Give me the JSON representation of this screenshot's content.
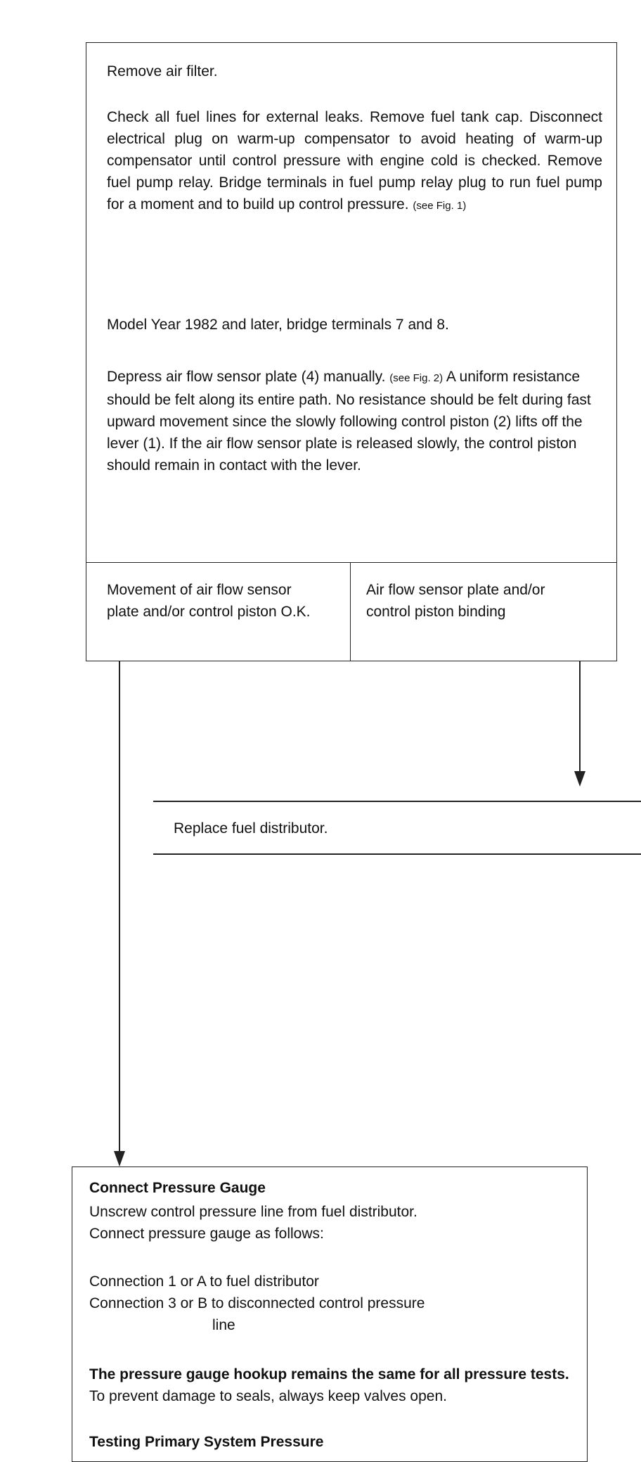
{
  "step1": {
    "remove_air_filter": "Remove air filter.",
    "check_lines": "Check all fuel lines for external leaks. Remove fuel tank cap. Disconnect electrical plug on warm-up compensator to avoid heating of warm-up compensator until control pressure with engine cold is checked. Remove fuel pump relay. Bridge terminals in fuel pump relay plug to run fuel pump for a moment and to build up control pressure.",
    "see_fig1": "(see Fig. 1)",
    "model_year": "Model Year 1982 and later, bridge terminals 7 and 8.",
    "depress_a": "Depress air flow sensor plate (4) manually.",
    "see_fig2": "(see Fig. 2)",
    "depress_b": "A uniform resistance should be felt along its entire path. No resistance should be felt during fast upward movement since the slowly following control piston (2) lifts off the lever (1). If the air flow sensor plate is released slowly, the control piston should remain in contact with the lever."
  },
  "outcomes": {
    "ok": "Movement of air flow sensor plate and/or control piston O.K.",
    "binding": "Air flow sensor plate and/or control piston binding"
  },
  "replace": "Replace fuel distributor.",
  "gauge": {
    "title": "Connect Pressure Gauge",
    "unscrew": "Unscrew control pressure line from fuel distributor.",
    "connect": "Connect pressure gauge as follows:",
    "conn1": "Connection 1 or A to fuel distributor",
    "conn3": "Connection 3 or B to disconnected control pressure",
    "conn3_cont": "line",
    "note_bold": "The pressure gauge hookup remains the same for all pressure tests.",
    "note_rest": "To prevent damage to seals, always keep valves open.",
    "next_title": "Testing Primary System Pressure"
  }
}
